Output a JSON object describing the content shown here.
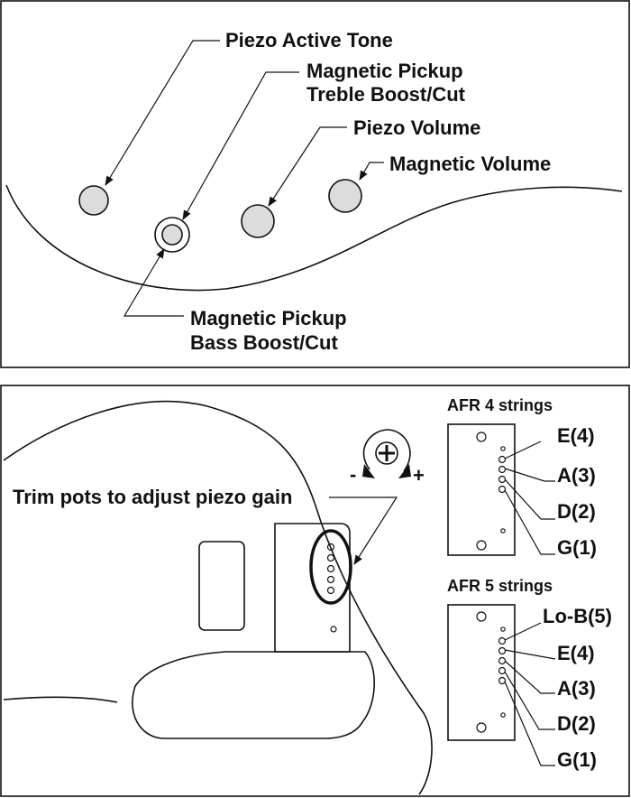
{
  "panel_top": {
    "labels": {
      "piezo_active_tone": "Piezo Active Tone",
      "mag_treble_line1": "Magnetic Pickup",
      "mag_treble_line2": "Treble Boost/Cut",
      "piezo_volume": "Piezo Volume",
      "magnetic_volume": "Magnetic Volume",
      "mag_bass_line1": "Magnetic Pickup",
      "mag_bass_line2": "Bass Boost/Cut"
    }
  },
  "panel_bottom": {
    "trim_label": "Trim pots to adjust piezo gain",
    "minus": "-",
    "plus": "+",
    "afr4": {
      "title": "AFR 4 strings",
      "strings": [
        "E(4)",
        "A(3)",
        "D(2)",
        "G(1)"
      ]
    },
    "afr5": {
      "title": "AFR 5 strings",
      "strings": [
        "Lo-B(5)",
        "E(4)",
        "A(3)",
        "D(2)",
        "G(1)"
      ]
    }
  },
  "colors": {
    "line": "#111111",
    "knob_fill": "#dcdcdc",
    "background": "#ffffff"
  }
}
